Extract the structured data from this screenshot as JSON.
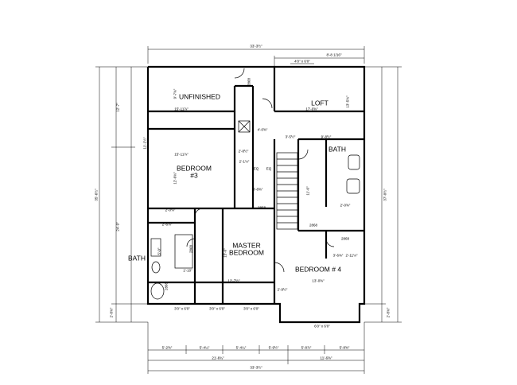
{
  "rooms": {
    "unfinished": "UNFINISHED",
    "loft": "LOFT",
    "bedroom3": [
      "BEDROOM",
      "#3"
    ],
    "bath_right": "BATH",
    "master": [
      "MASTER",
      "BEDROOM"
    ],
    "bath_left": "BATH",
    "bedroom4": "BEDROOM # 4"
  },
  "dims_top": {
    "overall": "33'-3½\"",
    "right_seg": "8'-8 1/16\"",
    "window": "4'0\" x 6'0\""
  },
  "dims_inner": {
    "unfinished_w": "15'-11⅞\"",
    "loft_w": "17'-0⅝\"",
    "bed3_w": "15'-11⅞\"",
    "loft_low_a": "3'-5½\"",
    "loft_low_b": "9'-8½\"",
    "closet": "4'-0⅝\"",
    "small_a": "2'-8½\"",
    "small_b": "2'-1⅛\"",
    "small_c": "2'-6⅞\"",
    "bath_top": "2'-0⅝\"",
    "master_w": "12'-7½\"",
    "bed4_w": "13'-0⅝\"",
    "bed4_small": "2'-9½\"",
    "closet_r": "3'-6⅜\"",
    "closet_r2": "2'-11⅛\"",
    "stair_a": "3'-8⅝\"",
    "bath_l_top": "2'-0⅛\"",
    "bath_l_sm": "1'-10\""
  },
  "dims_vertical": {
    "left_a": "12'-7\"",
    "left_b": "11'-1½\"",
    "left_c": "24'-9\"",
    "left_d": "2'-8⅜\"",
    "left_total": "35'-6½\"",
    "right_total": "37'-0½\"",
    "right_b": "2'-8⅜\"",
    "unf_h": "9'-7⅝\"",
    "loft_h": "13'-5⅝\"",
    "bed3_h": "12'-0⅝\"",
    "master_h": "15'-6\"",
    "bath_r_h": "11'-0\"",
    "bath_l_h": "5'-0\""
  },
  "windows_bottom": [
    "3'0\" x 6'0\"",
    "3'0\" x 6'0\"",
    "3'0\" x 6'0\"",
    "6'0\" x 6'0\""
  ],
  "dims_bottom_row1": [
    "5'-2⅝\"",
    "5'-4¼\"",
    "5'-4¼\"",
    "5'-9½\"",
    "5'-8⅞\"",
    "5'-8⅝\""
  ],
  "dims_bottom_row2": [
    "21'-8¾\"",
    "11'-6⅝\""
  ],
  "dims_bottom_total": "33'-3½\"",
  "tags": [
    "2868",
    "2868",
    "2868",
    "2868",
    "2868",
    "2868"
  ],
  "eq": [
    "EQ",
    "EQ"
  ]
}
